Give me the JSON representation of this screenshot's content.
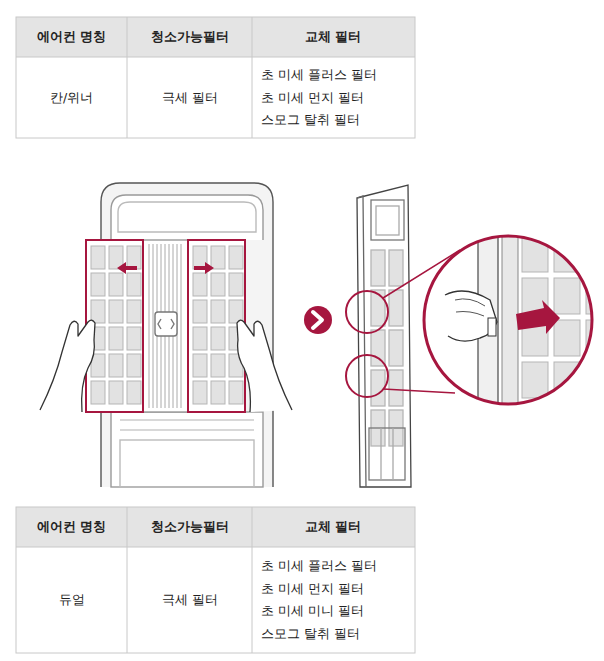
{
  "diagram": {
    "labels": [
      "에어컨 명칭",
      "청소가능필터",
      "교체 필터",
      "칸/위너",
      "극세 필터",
      "초 미세 플러스 필터",
      "초 미세 먼지 필터",
      "스모그 탈취 필터",
      "에어컨 명칭",
      "청소가능필터",
      "교체 필터",
      "듀얼",
      "극세 필터",
      "초 미세 플러스 필터",
      "초 미세 먼지 필터",
      "초 미세 미니 필터",
      "스모그 탈취 필터"
    ]
  }
}
